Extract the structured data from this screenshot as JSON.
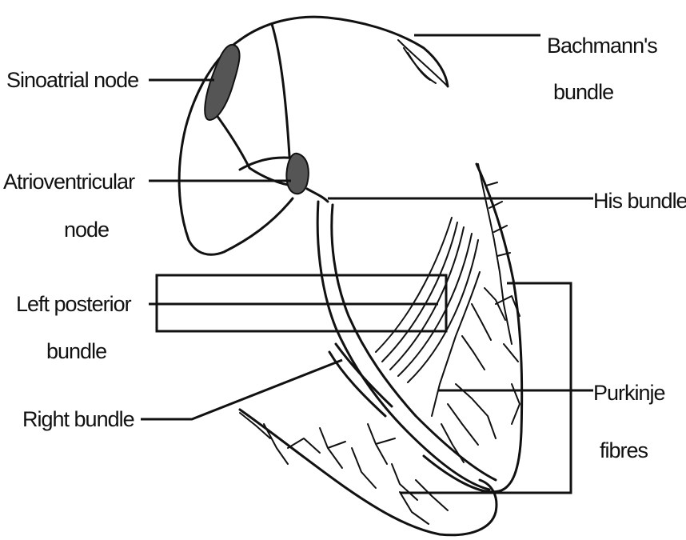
{
  "labels": {
    "sinoatrial_node": "Sinoatrial node",
    "bachmanns_line1": "Bachmann's",
    "bachmanns_line2": "bundle",
    "av_node_line1": "Atrioventricular",
    "av_node_line2": "node",
    "his_bundle": "His bundle",
    "left_posterior_line1": "Left posterior",
    "left_posterior_line2": "bundle",
    "right_bundle": "Right bundle",
    "purkinje_line1": "Purkinje",
    "purkinje_line2": "fibres"
  },
  "colors": {
    "ink": "#111111",
    "node_fill": "#555555",
    "background": "#ffffff"
  }
}
